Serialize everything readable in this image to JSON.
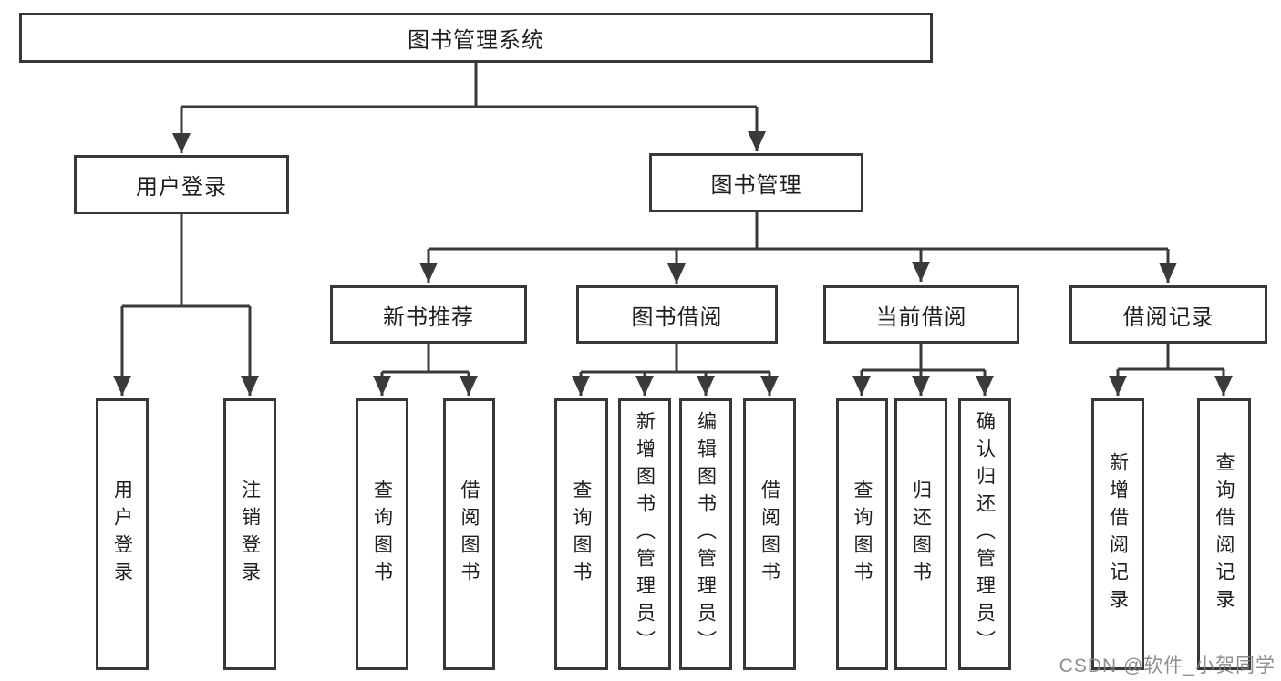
{
  "diagram": {
    "type": "hierarchy-tree",
    "colors": {
      "line": "#3a3a3a",
      "box_border": "#383838",
      "text": "#1e1e1e",
      "watermark": "#808082",
      "background": "#ffffff"
    },
    "tree": {
      "label": "图书管理系统",
      "children": [
        {
          "label": "用户登录",
          "children": [
            {
              "label": "用户登录"
            },
            {
              "label": "注销登录"
            }
          ]
        },
        {
          "label": "图书管理",
          "children": [
            {
              "label": "新书推荐",
              "children": [
                {
                  "label": "查询图书"
                },
                {
                  "label": "借阅图书"
                }
              ]
            },
            {
              "label": "图书借阅",
              "children": [
                {
                  "label": "查询图书"
                },
                {
                  "label": "新增图书（管理员）"
                },
                {
                  "label": "编辑图书（管理员）"
                },
                {
                  "label": "借阅图书"
                }
              ]
            },
            {
              "label": "当前借阅",
              "children": [
                {
                  "label": "查询图书"
                },
                {
                  "label": "归还图书"
                },
                {
                  "label": "确认归还（管理员）"
                }
              ]
            },
            {
              "label": "借阅记录",
              "children": [
                {
                  "label": "新增借阅记录"
                },
                {
                  "label": "查询借阅记录"
                }
              ]
            }
          ]
        }
      ]
    },
    "watermark": {
      "text": "CSDN @软件_小贺同学"
    }
  }
}
